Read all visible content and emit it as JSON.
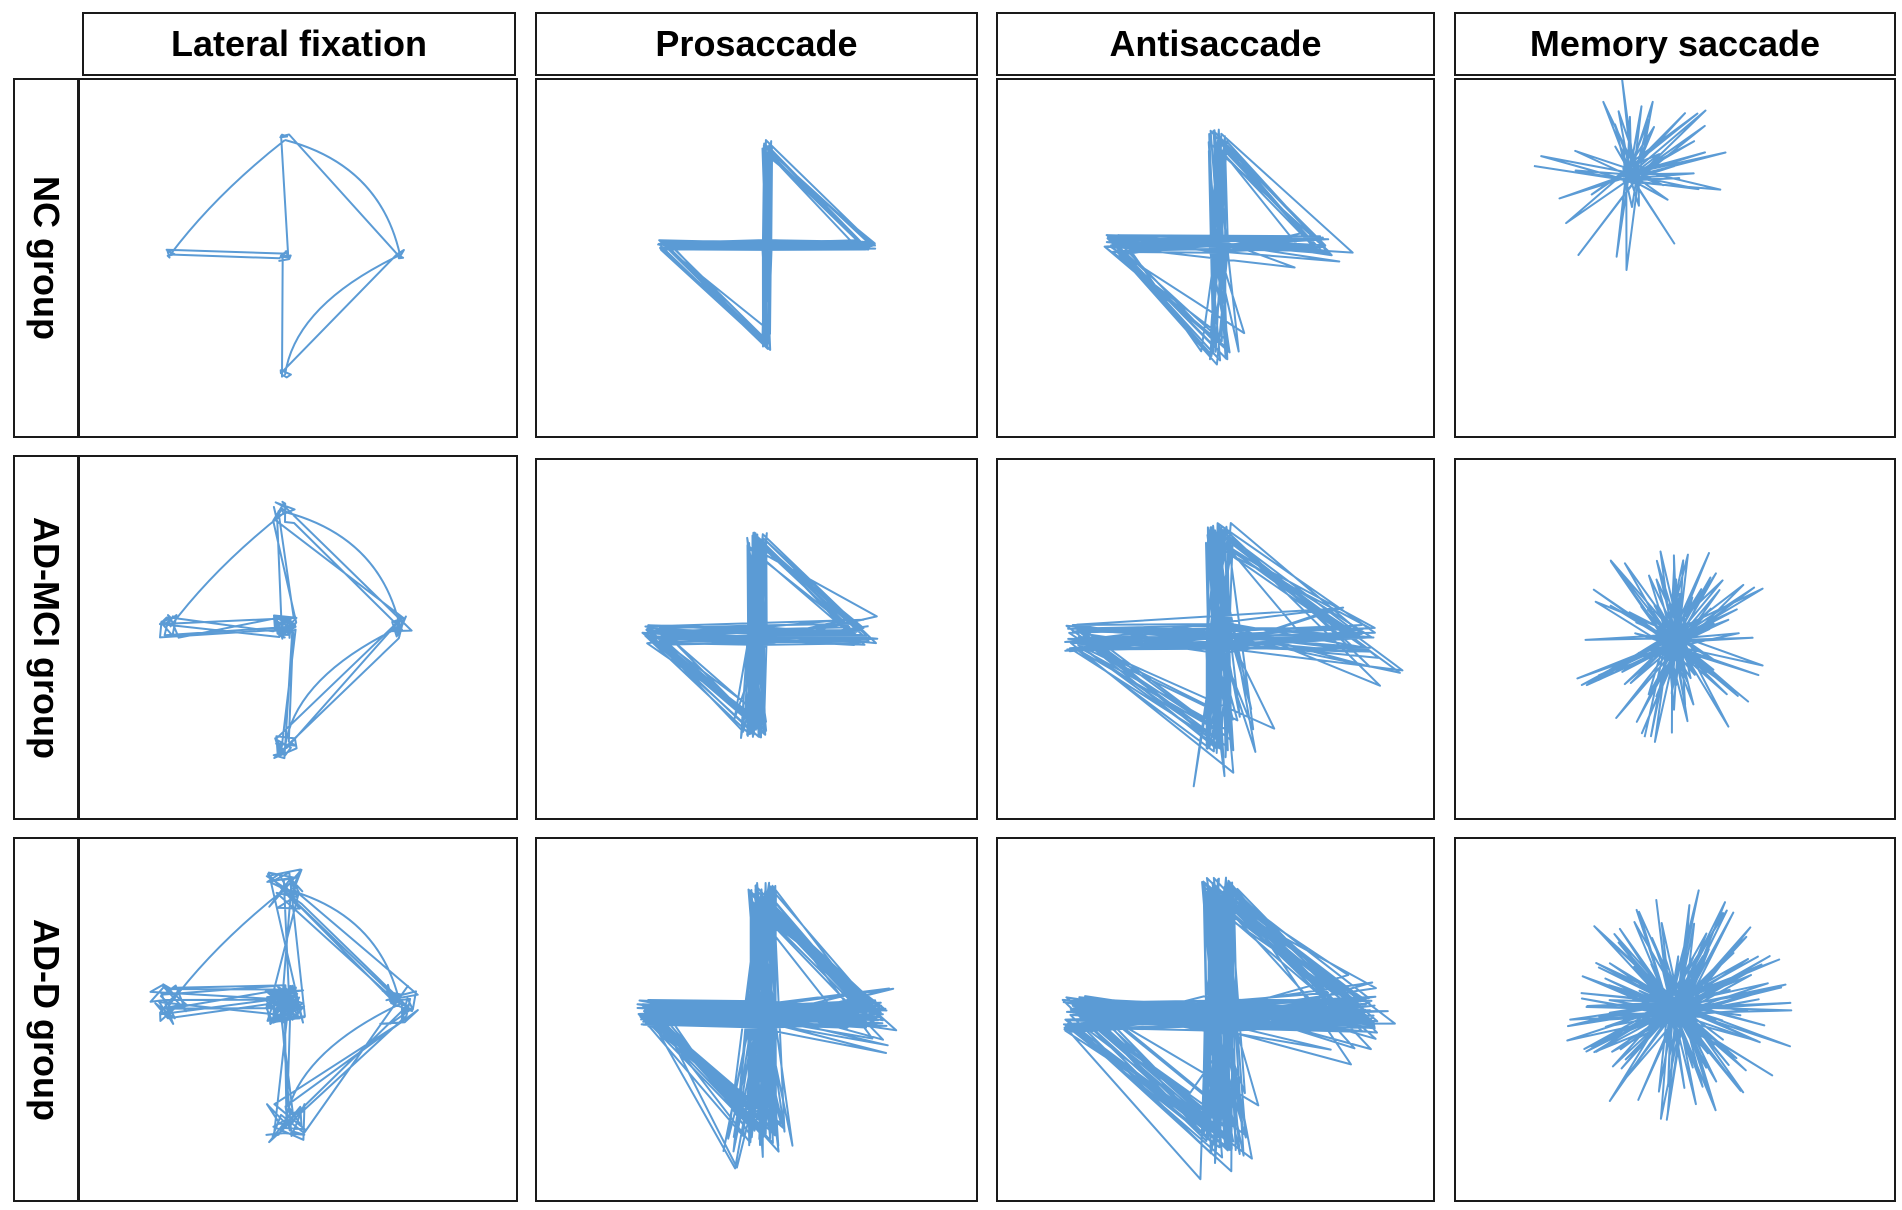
{
  "figure": {
    "columns": [
      "Lateral fixation",
      "Prosaccade",
      "Antisaccade",
      "Memory saccade"
    ],
    "rows": [
      "NC group",
      "AD-MCI group",
      "AD-D group"
    ],
    "trace_color": "#5b9bd5"
  },
  "panels": [
    {
      "row": "NC group",
      "task": "Lateral fixation"
    },
    {
      "row": "NC group",
      "task": "Prosaccade"
    },
    {
      "row": "NC group",
      "task": "Antisaccade"
    },
    {
      "row": "NC group",
      "task": "Memory saccade"
    },
    {
      "row": "AD-MCI group",
      "task": "Lateral fixation"
    },
    {
      "row": "AD-MCI group",
      "task": "Prosaccade"
    },
    {
      "row": "AD-MCI group",
      "task": "Antisaccade"
    },
    {
      "row": "AD-MCI group",
      "task": "Memory saccade"
    },
    {
      "row": "AD-D group",
      "task": "Lateral fixation"
    },
    {
      "row": "AD-D group",
      "task": "Prosaccade"
    },
    {
      "row": "AD-D group",
      "task": "Antisaccade"
    },
    {
      "row": "AD-D group",
      "task": "Memory saccade"
    }
  ]
}
